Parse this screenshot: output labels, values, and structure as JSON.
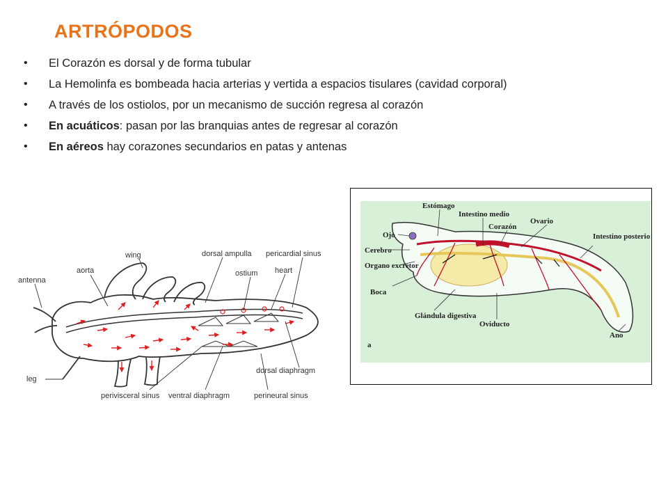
{
  "slide": {
    "title": "ARTRÓPODOS",
    "bullets": [
      {
        "bold": "",
        "text": "El Corazón es dorsal y de forma tubular"
      },
      {
        "bold": "",
        "text": "La Hemolinfa es bombeada hacia arterias y vertida a espacios tisulares (cavidad corporal)"
      },
      {
        "bold": "",
        "text": "A través de los ostiolos, por un mecanismo de succión regresa al corazón"
      },
      {
        "bold": "En acuáticos",
        "text": ": pasan por las branquias antes de regresar al corazón"
      },
      {
        "bold": "En aéreos",
        "text": " hay corazones secundarios en patas y antenas"
      }
    ]
  },
  "insect_diagram": {
    "labels": {
      "wing": "wing",
      "dorsal_ampulla": "dorsal ampulla",
      "pericardial_sinus": "pericardial sinus",
      "antenna": "antenna",
      "aorta": "aorta",
      "ostium": "ostium",
      "heart": "heart",
      "leg": "leg",
      "perivisceral_sinus": "perivisceral sinus",
      "ventral_diaphragm": "ventral diaphragm",
      "perineural_sinus": "perineural sinus",
      "dorsal_diaphragm": "dorsal diaphragm"
    },
    "colors": {
      "outline": "#333333",
      "flow": "#e02020"
    }
  },
  "crustacean_diagram": {
    "labels": {
      "estomago": "Estómago",
      "intestino_medio": "Intestino medio",
      "corazon": "Corazón",
      "ojo": "Ojo",
      "ovario": "Ovario",
      "intestino_posterior": "Intestino posterior",
      "cerebro": "Cerebro",
      "organo_excretor": "Organo excretor",
      "boca": "Boca",
      "glandula_digestiva": "Glándula digestiva",
      "oviducto": "Oviducto",
      "ano": "Ano",
      "panel": "a"
    },
    "colors": {
      "background": "#d8efd8",
      "heart": "#c0102a",
      "gland": "#f6eaa8",
      "gut": "#e6c85a"
    }
  }
}
